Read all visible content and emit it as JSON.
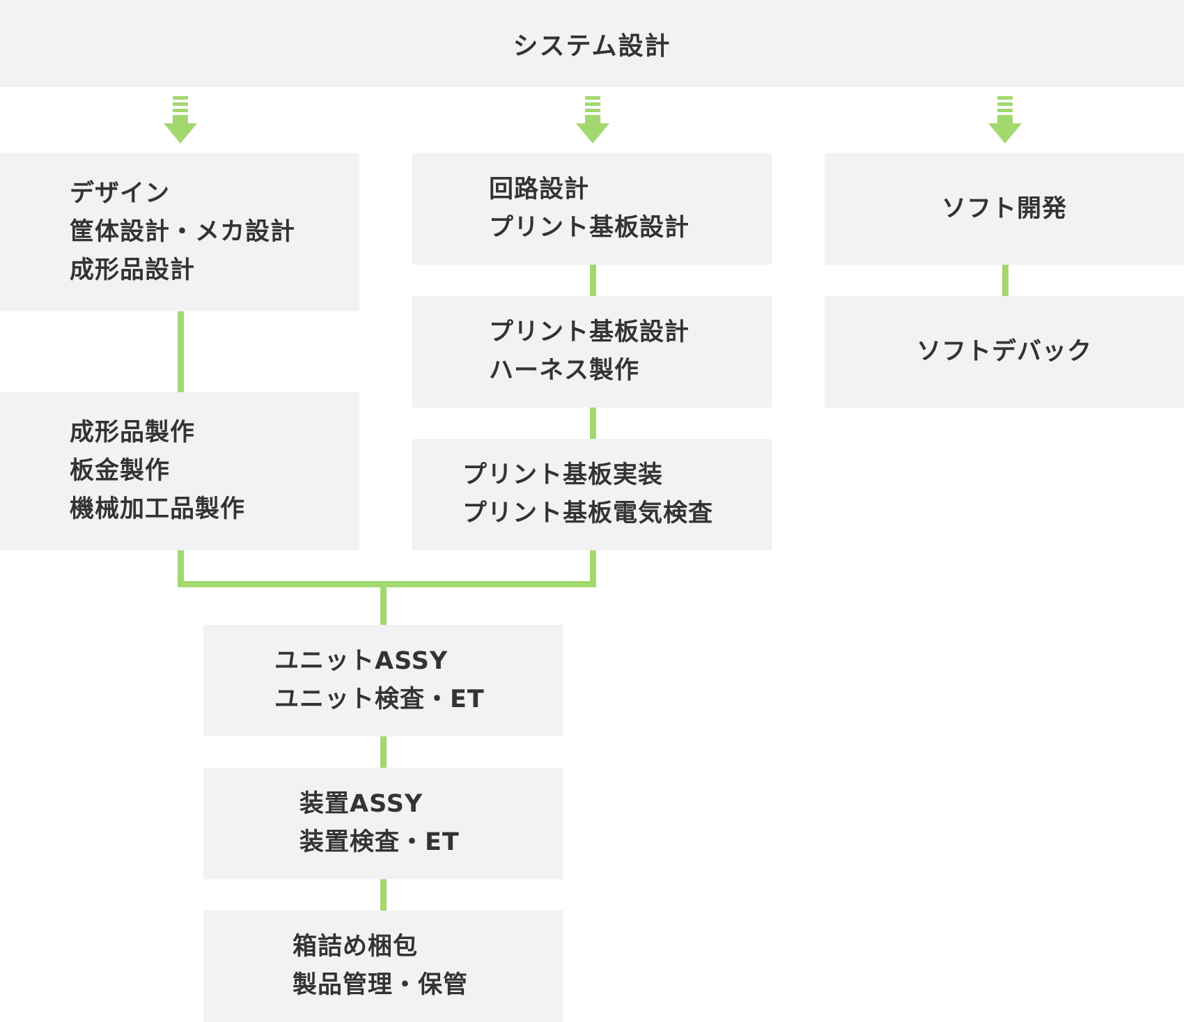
{
  "colors": {
    "box_bg": "#f2f2f2",
    "connector": "#a3d86e",
    "text": "#333333"
  },
  "header": {
    "title": "システム設計"
  },
  "design": {
    "step1": [
      "デザイン",
      "筐体設計・メカ設計",
      "成形品設計"
    ],
    "step2": [
      "成形品製作",
      "板金製作",
      "機械加工品製作"
    ]
  },
  "circuit": {
    "step1": [
      "回路設計",
      "プリント基板設計"
    ],
    "step2": [
      "プリント基板設計",
      "ハーネス製作"
    ],
    "step3": [
      "プリント基板実装",
      "プリント基板電気検査"
    ]
  },
  "software": {
    "step1": "ソフト開発",
    "step2": "ソフトデバック"
  },
  "assembly": {
    "unit": [
      "ユニットASSY",
      "ユニット検査・ET"
    ],
    "device": [
      "装置ASSY",
      "装置検査・ET"
    ],
    "packing": [
      "箱詰め梱包",
      "製品管理・保管"
    ]
  },
  "icons": [
    "arrow-down-icon"
  ]
}
